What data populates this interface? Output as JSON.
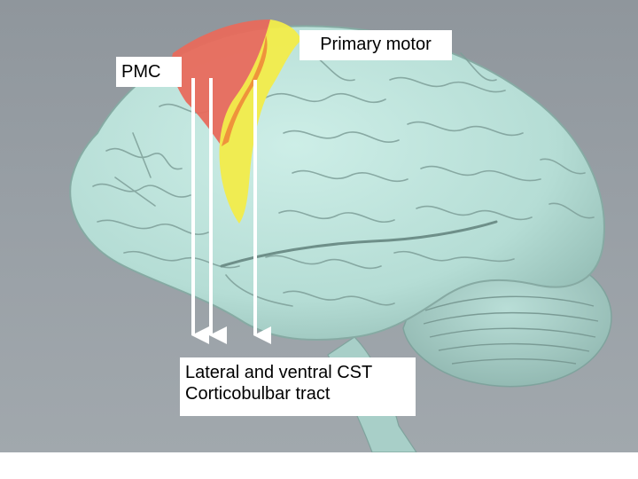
{
  "labels": {
    "pmc": "PMC",
    "primary_motor": "Primary motor",
    "tracts_line1": "Lateral and ventral CST",
    "tracts_line2": "Corticobulbar tract"
  },
  "colors": {
    "background": "#979ea4",
    "brain": "#bfe6de",
    "brain_shadow": "#8fb5ae",
    "sulcus": "#7e9f99",
    "pmc_region": "#e86a5c",
    "primary_motor_region": "#f2ec4a",
    "overlap_region": "#ee8a3a",
    "arrow": "#ffffff",
    "label_background": "#ffffff",
    "label_text": "#000000"
  },
  "arrows": {
    "count": 3,
    "direction": "down"
  }
}
